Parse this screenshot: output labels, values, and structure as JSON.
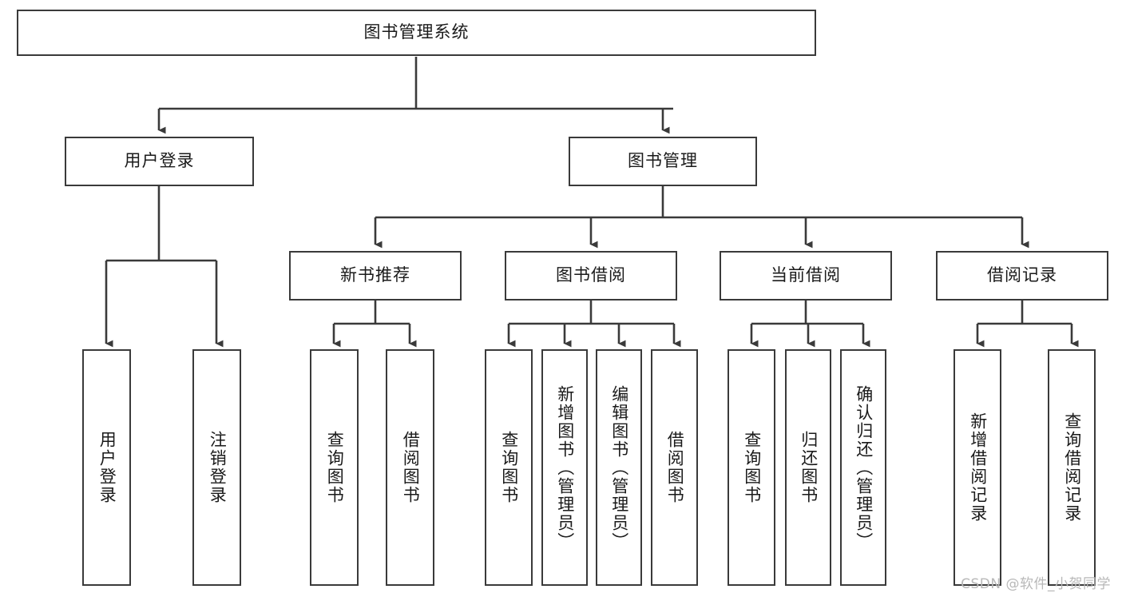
{
  "diagram": {
    "type": "tree-hierarchy",
    "title": "图书管理系统",
    "root": {
      "label": "图书管理系统"
    },
    "level2": [
      {
        "label": "用户登录"
      },
      {
        "label": "图书管理"
      }
    ],
    "level3": [
      {
        "label": "新书推荐"
      },
      {
        "label": "图书借阅"
      },
      {
        "label": "当前借阅"
      },
      {
        "label": "借阅记录"
      }
    ],
    "leaves": {
      "user_login": [
        {
          "label": "用户登录"
        },
        {
          "label": "注销登录"
        }
      ],
      "new_book_recommend": [
        {
          "label": "查询图书"
        },
        {
          "label": "借阅图书"
        }
      ],
      "book_borrow": [
        {
          "label": "查询图书"
        },
        {
          "label": "新增图书（管理员）"
        },
        {
          "label": "编辑图书（管理员）"
        },
        {
          "label": "借阅图书"
        }
      ],
      "current_borrow": [
        {
          "label": "查询图书"
        },
        {
          "label": "归还图书"
        },
        {
          "label": "确认归还（管理员）"
        }
      ],
      "borrow_records": [
        {
          "label": "新增借阅记录"
        },
        {
          "label": "查询借阅记录"
        }
      ]
    }
  },
  "watermark": {
    "text": "CSDN @软件_小贺同学"
  },
  "colors": {
    "border": "#3a3a3a",
    "text": "#1a1a1a",
    "background": "#ffffff",
    "watermark": "#b8b8b8"
  }
}
